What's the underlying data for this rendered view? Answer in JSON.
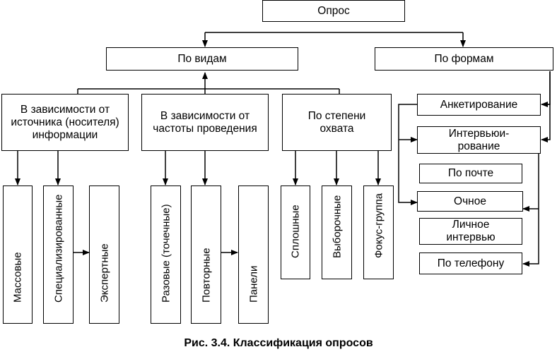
{
  "diagram": {
    "root": "Опрос",
    "by_type": "По видам",
    "by_form": "По формам",
    "source": "В зависимости от источника (носителя) информации",
    "frequency": "В зависимости от частоты проведения",
    "coverage": "По степени охвата",
    "source_items": [
      "Массовые",
      "Специализированные",
      "Экспертные"
    ],
    "frequency_items": [
      "Разовые (точечные)",
      "Повторные",
      "Панели"
    ],
    "coverage_items": [
      "Сплошные",
      "Выборочные",
      "Фокус-группа"
    ],
    "forms": [
      "Анкетирование",
      "Интервьюи-рование",
      "По почте",
      "Очное",
      "Личное интервью",
      "По телефону"
    ]
  },
  "caption": "Рис. 3.4. Классификация опросов"
}
